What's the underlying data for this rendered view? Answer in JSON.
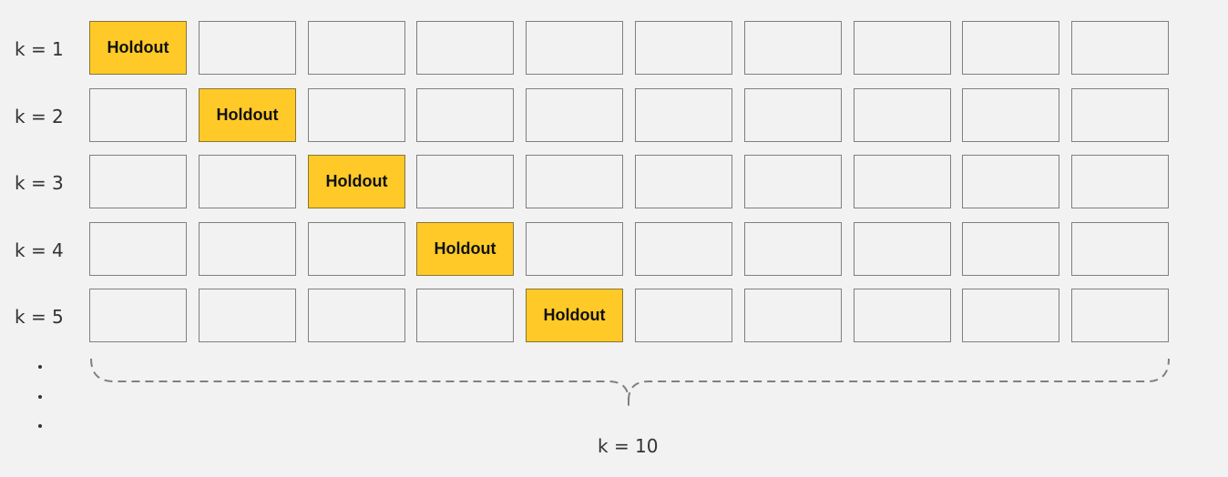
{
  "rows": [
    {
      "label": "k = 1",
      "holdout_index": 0
    },
    {
      "label": "k = 2",
      "holdout_index": 1
    },
    {
      "label": "k = 3",
      "holdout_index": 2
    },
    {
      "label": "k = 4",
      "holdout_index": 3
    },
    {
      "label": "k = 5",
      "holdout_index": 4
    }
  ],
  "folds_per_row": 10,
  "holdout_text": "Holdout",
  "bottom_label": "k = 10",
  "colors": {
    "background": "#f2f2f2",
    "holdout_fill": "#ffca28",
    "box_border": "#7f7f7f",
    "brace": "#808080"
  }
}
